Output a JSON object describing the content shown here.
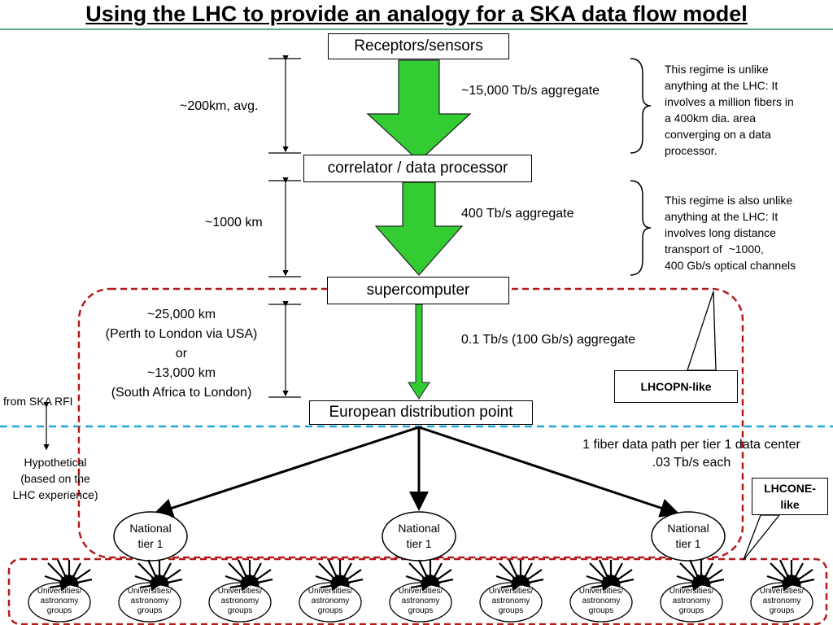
{
  "title": "Using the LHC to provide an analogy for a SKA data flow model",
  "boxes": {
    "receptors": "Receptors/sensors",
    "correlator": "correlator / data processor",
    "supercomputer": "supercomputer",
    "european": "European distribution point"
  },
  "distances": {
    "d1": "~200km, avg.",
    "d2": "~1000 km",
    "d3": [
      "~25,000 km",
      "(Perth to London via USA)",
      "or",
      "~13,000 km",
      "(South Africa to London)"
    ]
  },
  "rates": {
    "r1": "~15,000 Tb/s aggregate",
    "r2": "400 Tb/s aggregate",
    "r3": "0.1 Tb/s (100 Gb/s) aggregate",
    "r4": [
      "1 fiber data path per tier 1 data center",
      ".03 Tb/s each"
    ]
  },
  "notes": {
    "n1": "This regime is unlike\nanything at the LHC: It\ninvolves a million fibers in\na 400km dia. area\nconverging on a data\nprocessor.",
    "n2": "This regime is also unlike\nanything at the LHC: It\ninvolves long distance\ntransport of  ~1000,\n400 Gb/s optical channels"
  },
  "callouts": {
    "lhcopn": "LHCOPN-like",
    "lhcone": [
      "LHCONE-",
      "like"
    ]
  },
  "side": {
    "from_ska": "from SKA RFI",
    "hypothetical": [
      "Hypothetical",
      "(based on the",
      "LHC experience)"
    ]
  },
  "tier1": [
    "National",
    "tier 1"
  ],
  "group": [
    "Universities/",
    "astronomy",
    "groups"
  ],
  "colors": {
    "arrow_fill": "#33cc33",
    "region_border": "#b31b1b",
    "divider": "#1fa7d9",
    "title_line": "#2e8b57"
  }
}
